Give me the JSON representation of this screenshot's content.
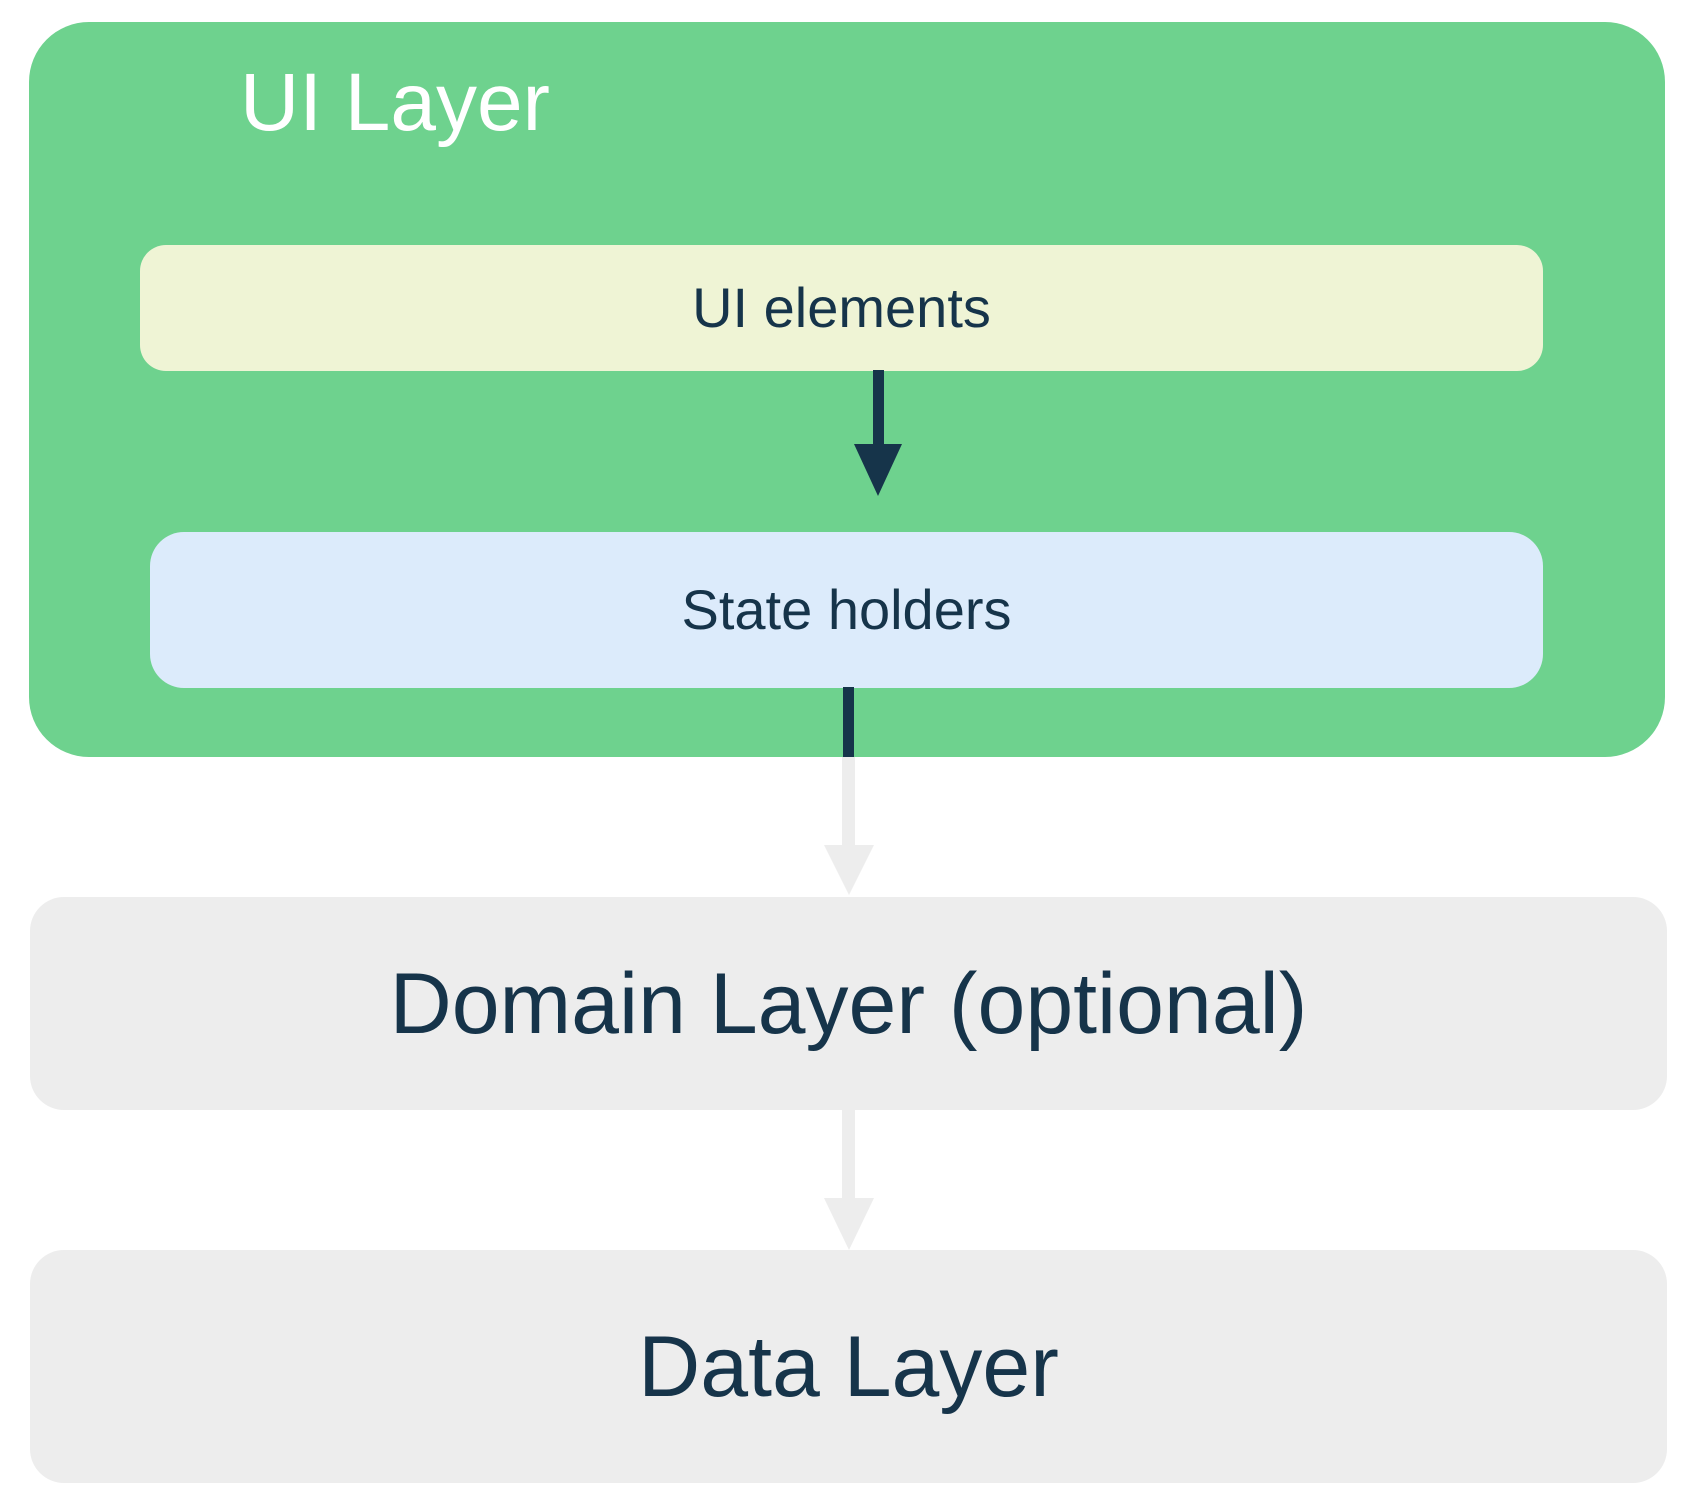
{
  "diagram": {
    "title_text": "UI Layer",
    "background_color": "#ffffff",
    "layers": {
      "ui_layer": {
        "label": "UI Layer",
        "color": "#6ED28E",
        "label_color": "#ffffff",
        "children": [
          {
            "name": "ui-elements",
            "label": "UI elements",
            "color": "#EFF4D5",
            "label_color": "#16344A"
          },
          {
            "name": "state-holders",
            "label": "State holders",
            "color": "#DCEBFB",
            "label_color": "#16344A"
          }
        ]
      },
      "domain_layer": {
        "label": "Domain Layer (optional)",
        "color": "#EDEDED",
        "label_color": "#16344A"
      },
      "data_layer": {
        "label": "Data Layer",
        "color": "#EDEDED",
        "label_color": "#16344A"
      }
    },
    "connectors": [
      {
        "name": "ui-elements-to-state-holders",
        "from": "UI elements",
        "to": "State holders",
        "color": "#16344A",
        "direction": "down"
      },
      {
        "name": "state-holders-to-domain-layer",
        "from": "State holders",
        "to": "Domain Layer (optional)",
        "color_inside": "#16344A",
        "color_outside": "#EDEDED",
        "direction": "down"
      },
      {
        "name": "domain-layer-to-data-layer",
        "from": "Domain Layer (optional)",
        "to": "Data Layer",
        "color": "#EDEDED",
        "direction": "down"
      }
    ]
  }
}
